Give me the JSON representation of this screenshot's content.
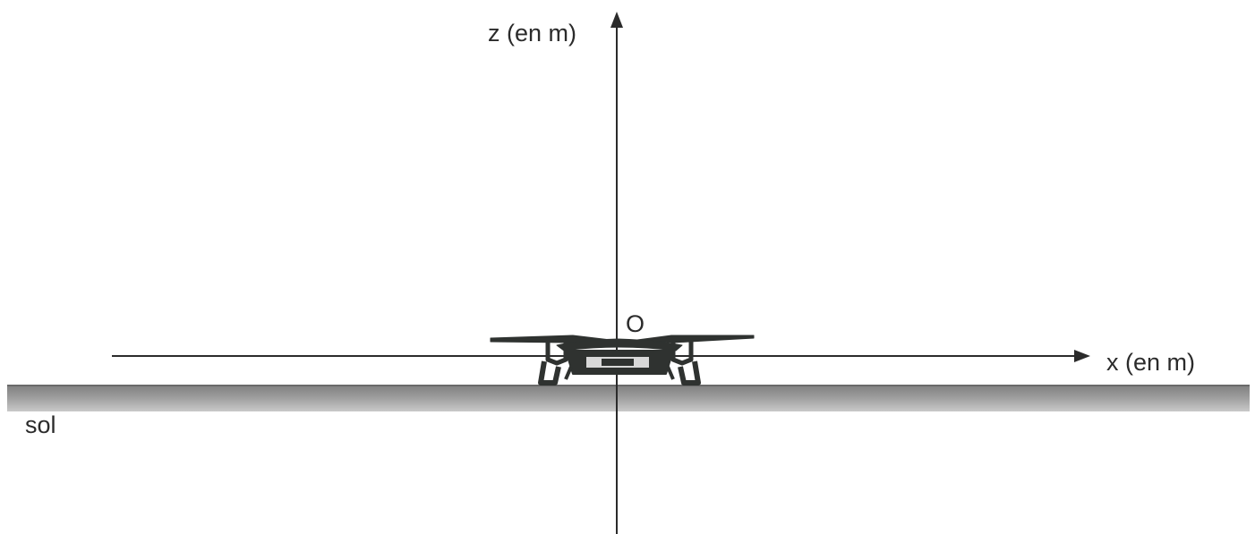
{
  "axes": {
    "z_label": "z (en m)",
    "x_label": "x (en m)",
    "origin_label": "O"
  },
  "ground": {
    "label": "sol"
  },
  "colors": {
    "ink": "#2b2b2b",
    "ground": "#8e8e8e",
    "drone": "#2f3230"
  },
  "icons": {
    "drone": "quadcopter-drone-icon"
  }
}
